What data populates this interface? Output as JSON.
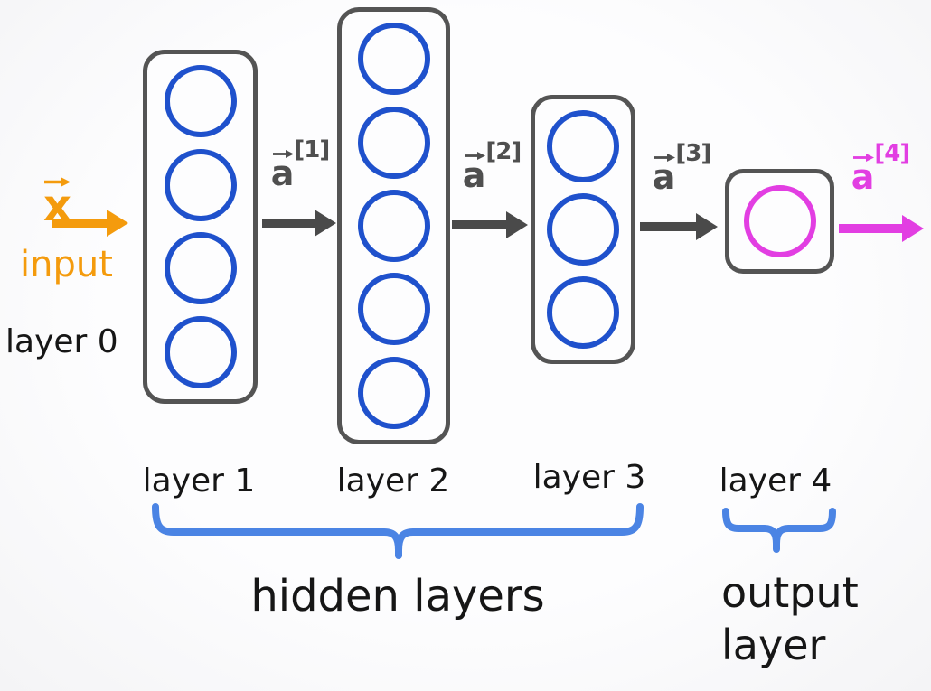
{
  "colors": {
    "neuron_blue": "#1f51cc",
    "neuron_magenta": "#e23ee2",
    "box_gray": "#545454",
    "arrow_gray": "#4a4a4a",
    "activation_gray": "#4f4f4f",
    "orange": "#f49b0d",
    "brace_blue": "#4b84e4",
    "text_black": "#161616"
  },
  "input": {
    "vector_base": "x",
    "label": "input",
    "layer_label": "layer 0"
  },
  "network": {
    "layers": [
      {
        "label": "layer 1",
        "neurons": 4,
        "neuron_color": "blue"
      },
      {
        "label": "layer 2",
        "neurons": 5,
        "neuron_color": "blue"
      },
      {
        "label": "layer 3",
        "neurons": 3,
        "neuron_color": "blue"
      },
      {
        "label": "layer 4",
        "neurons": 1,
        "neuron_color": "magenta"
      }
    ],
    "activations": [
      {
        "base": "a",
        "sup": "[1]"
      },
      {
        "base": "a",
        "sup": "[2]"
      },
      {
        "base": "a",
        "sup": "[3]"
      },
      {
        "base": "a",
        "sup": "[4]"
      }
    ]
  },
  "annotations": {
    "hidden_layers": "hidden layers",
    "output_layer": "output\nlayer"
  }
}
